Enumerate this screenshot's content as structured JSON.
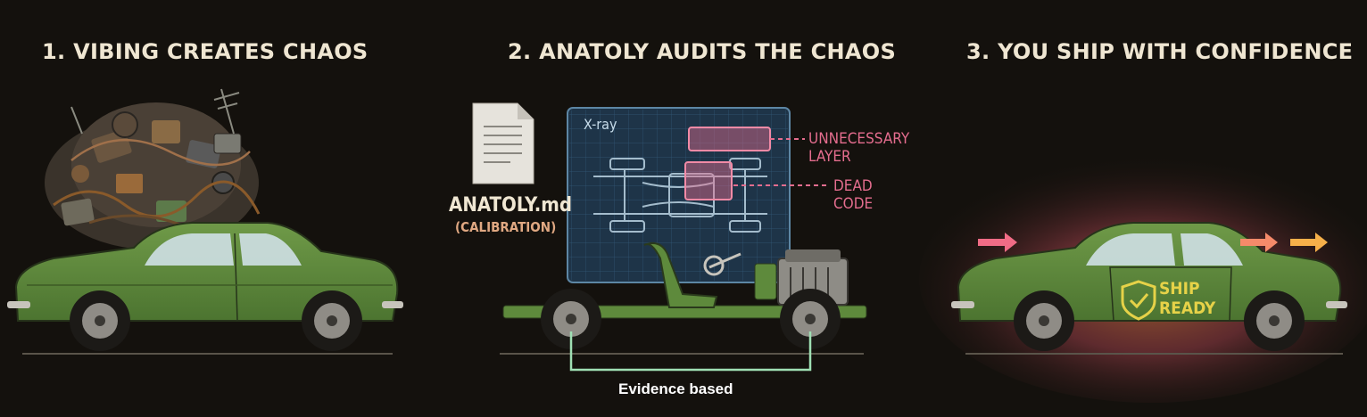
{
  "panels": [
    {
      "title": "1. VIBING CREATES CHAOS"
    },
    {
      "title": "2. ANATOLY AUDITS THE CHAOS"
    },
    {
      "title": "3. YOU SHIP WITH CONFIDENCE"
    }
  ],
  "audit": {
    "doc_name": "ANATOLY.md",
    "doc_sub": "(CALIBRATION)",
    "xray_label": "X-ray",
    "callout_unnecessary": [
      "UNNECESSARY",
      "LAYER"
    ],
    "callout_dead": [
      "DEAD",
      "CODE"
    ],
    "evidence_label": "Evidence based"
  },
  "ship": {
    "badge_line1": "SHIP",
    "badge_line2": "READY"
  },
  "icons": [
    "paper-document-icon",
    "shield-check-icon",
    "arrow-right-icon"
  ],
  "colors": {
    "background": "#14110d",
    "title_text": "#efe6d2",
    "car_body": "#5e8a3c",
    "xray_grid": "#2c4a66",
    "highlight_pink": "#e46d8e",
    "evidence_line": "#9fe0b4",
    "ship_badge": "#e6d248",
    "glow_orange": "#ff9a3c"
  }
}
